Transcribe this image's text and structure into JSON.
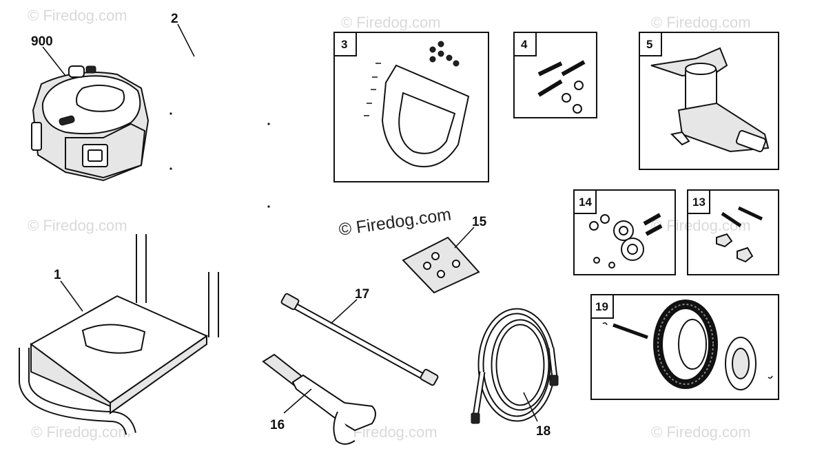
{
  "watermark": "© Firedog.com",
  "main_watermark": "© Firedog.com",
  "parts": [
    {
      "id": "p900",
      "number": "900"
    },
    {
      "id": "p2",
      "number": "2"
    },
    {
      "id": "p1",
      "number": "1"
    },
    {
      "id": "p3",
      "number": "3"
    },
    {
      "id": "p4",
      "number": "4"
    },
    {
      "id": "p5",
      "number": "5"
    },
    {
      "id": "p14",
      "number": "14"
    },
    {
      "id": "p13",
      "number": "13"
    },
    {
      "id": "p15",
      "number": "15"
    },
    {
      "id": "p17",
      "number": "17"
    },
    {
      "id": "p16",
      "number": "16"
    },
    {
      "id": "p18",
      "number": "18"
    },
    {
      "id": "p19",
      "number": "19"
    }
  ]
}
